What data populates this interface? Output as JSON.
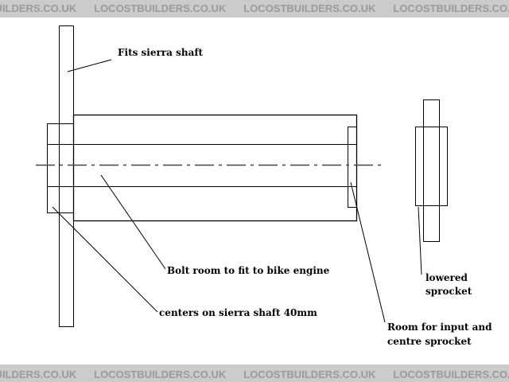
{
  "watermark": "LOCOSTBUILDERS.CO.UK",
  "labels": {
    "fits": "Fits sierra shaft",
    "bolt": "Bolt room to fit to bike engine",
    "centers": "centers on sierra shaft 40mm",
    "room_line1": "Room for input and",
    "room_line2": "centre sprocket",
    "lowered_line1": "lowered",
    "lowered_line2": "sprocket"
  }
}
